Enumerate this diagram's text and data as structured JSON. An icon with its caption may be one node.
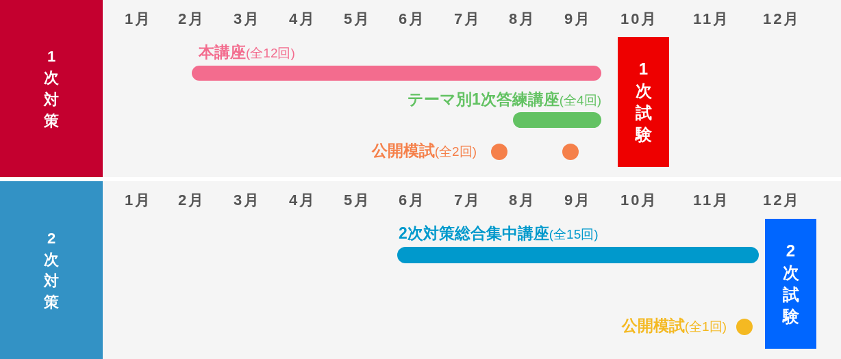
{
  "diagram": {
    "nodes": [
      {
        "text": [
          "1次対策"
        ]
      },
      {
        "text": [],
        "shape": "bar",
        "beside": [
          "**本講座**(全12回)"
        ]
      },
      {
        "text": [],
        "shape": "bar",
        "beside": [
          "**テーマ別1次答練講座**(全4回)"
        ]
      },
      {
        "text": [],
        "shape": "circle",
        "beside": [
          "**公開模試**(全2回)"
        ]
      },
      {
        "text": [],
        "shape": "circle"
      },
      {
        "text": [
          "1次試験"
        ]
      },
      {
        "text": [
          "2次対策"
        ]
      },
      {
        "text": [],
        "shape": "bar",
        "beside": [
          "**2次対策総合集中講座**(全15回)"
        ]
      },
      {
        "text": [],
        "shape": "circle",
        "beside": [
          "**公開模試**(全1回)"
        ]
      },
      {
        "text": [
          "2次試験"
        ]
      }
    ],
    "labels": [
      "1月",
      "2月",
      "3月",
      "4月",
      "5月",
      "6月",
      "7月",
      "8月",
      "9月",
      "10月",
      "11月",
      "12月",
      "1月",
      "2月",
      "3月",
      "4月",
      "5月",
      "6月",
      "7月",
      "8月",
      "9月",
      "10月",
      "11月",
      "12月"
    ]
  }
}
